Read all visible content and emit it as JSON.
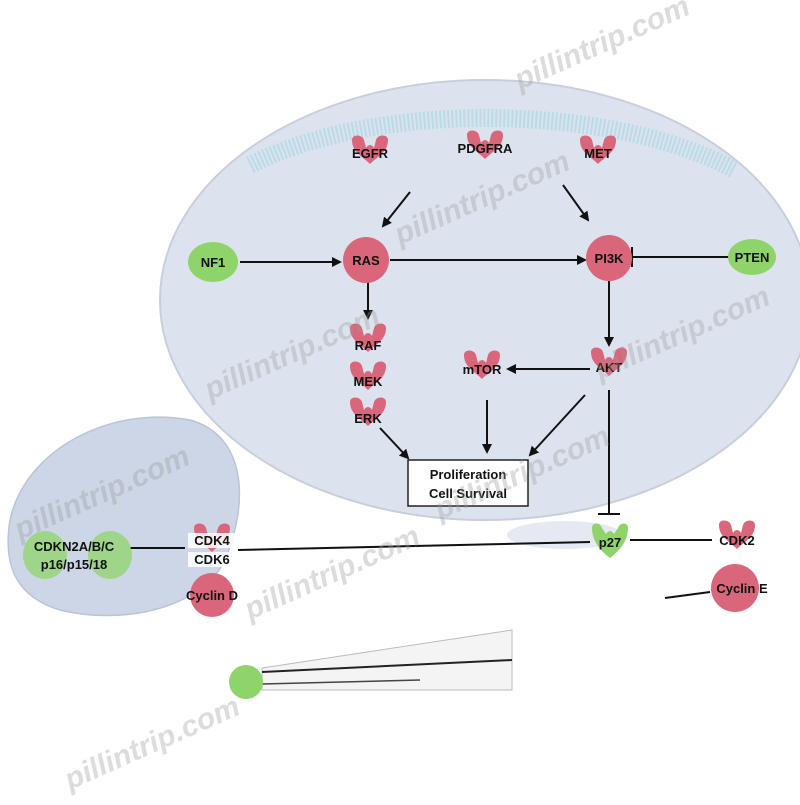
{
  "nodes": {
    "egfr": {
      "label": "EGFR"
    },
    "pdgfra": {
      "label": "PDGFRA"
    },
    "met": {
      "label": "MET"
    },
    "nf1": {
      "label": "NF1"
    },
    "ras": {
      "label": "RAS"
    },
    "pi3k": {
      "label": "PI3K"
    },
    "pten": {
      "label": "PTEN"
    },
    "raf": {
      "label": "RAF"
    },
    "mek": {
      "label": "MEK"
    },
    "erk": {
      "label": "ERK"
    },
    "mtor": {
      "label": "mTOR"
    },
    "akt": {
      "label": "AKT"
    },
    "cdkn2": {
      "label_line1": "CDKN2A/B/C",
      "label_line2": "p16/p15/18"
    },
    "cdk4": {
      "label": "CDK4"
    },
    "cdk6": {
      "label": "CDK6"
    },
    "cyclin_d": {
      "label": "Cyclin D"
    },
    "p27": {
      "label": "p27"
    },
    "cdk2": {
      "label": "CDK2"
    },
    "cyclin_e": {
      "label": "Cyclin E"
    }
  },
  "outcome_box": {
    "line1": "Proliferation",
    "line2": "Cell Survival"
  },
  "watermark": "pillintrip.com",
  "colors": {
    "oncogene": "#d9667a",
    "suppressor": "#8fd46a",
    "cell_fill": "#dde3ee",
    "membrane": "#b9dbe8",
    "arrow": "#111111"
  }
}
